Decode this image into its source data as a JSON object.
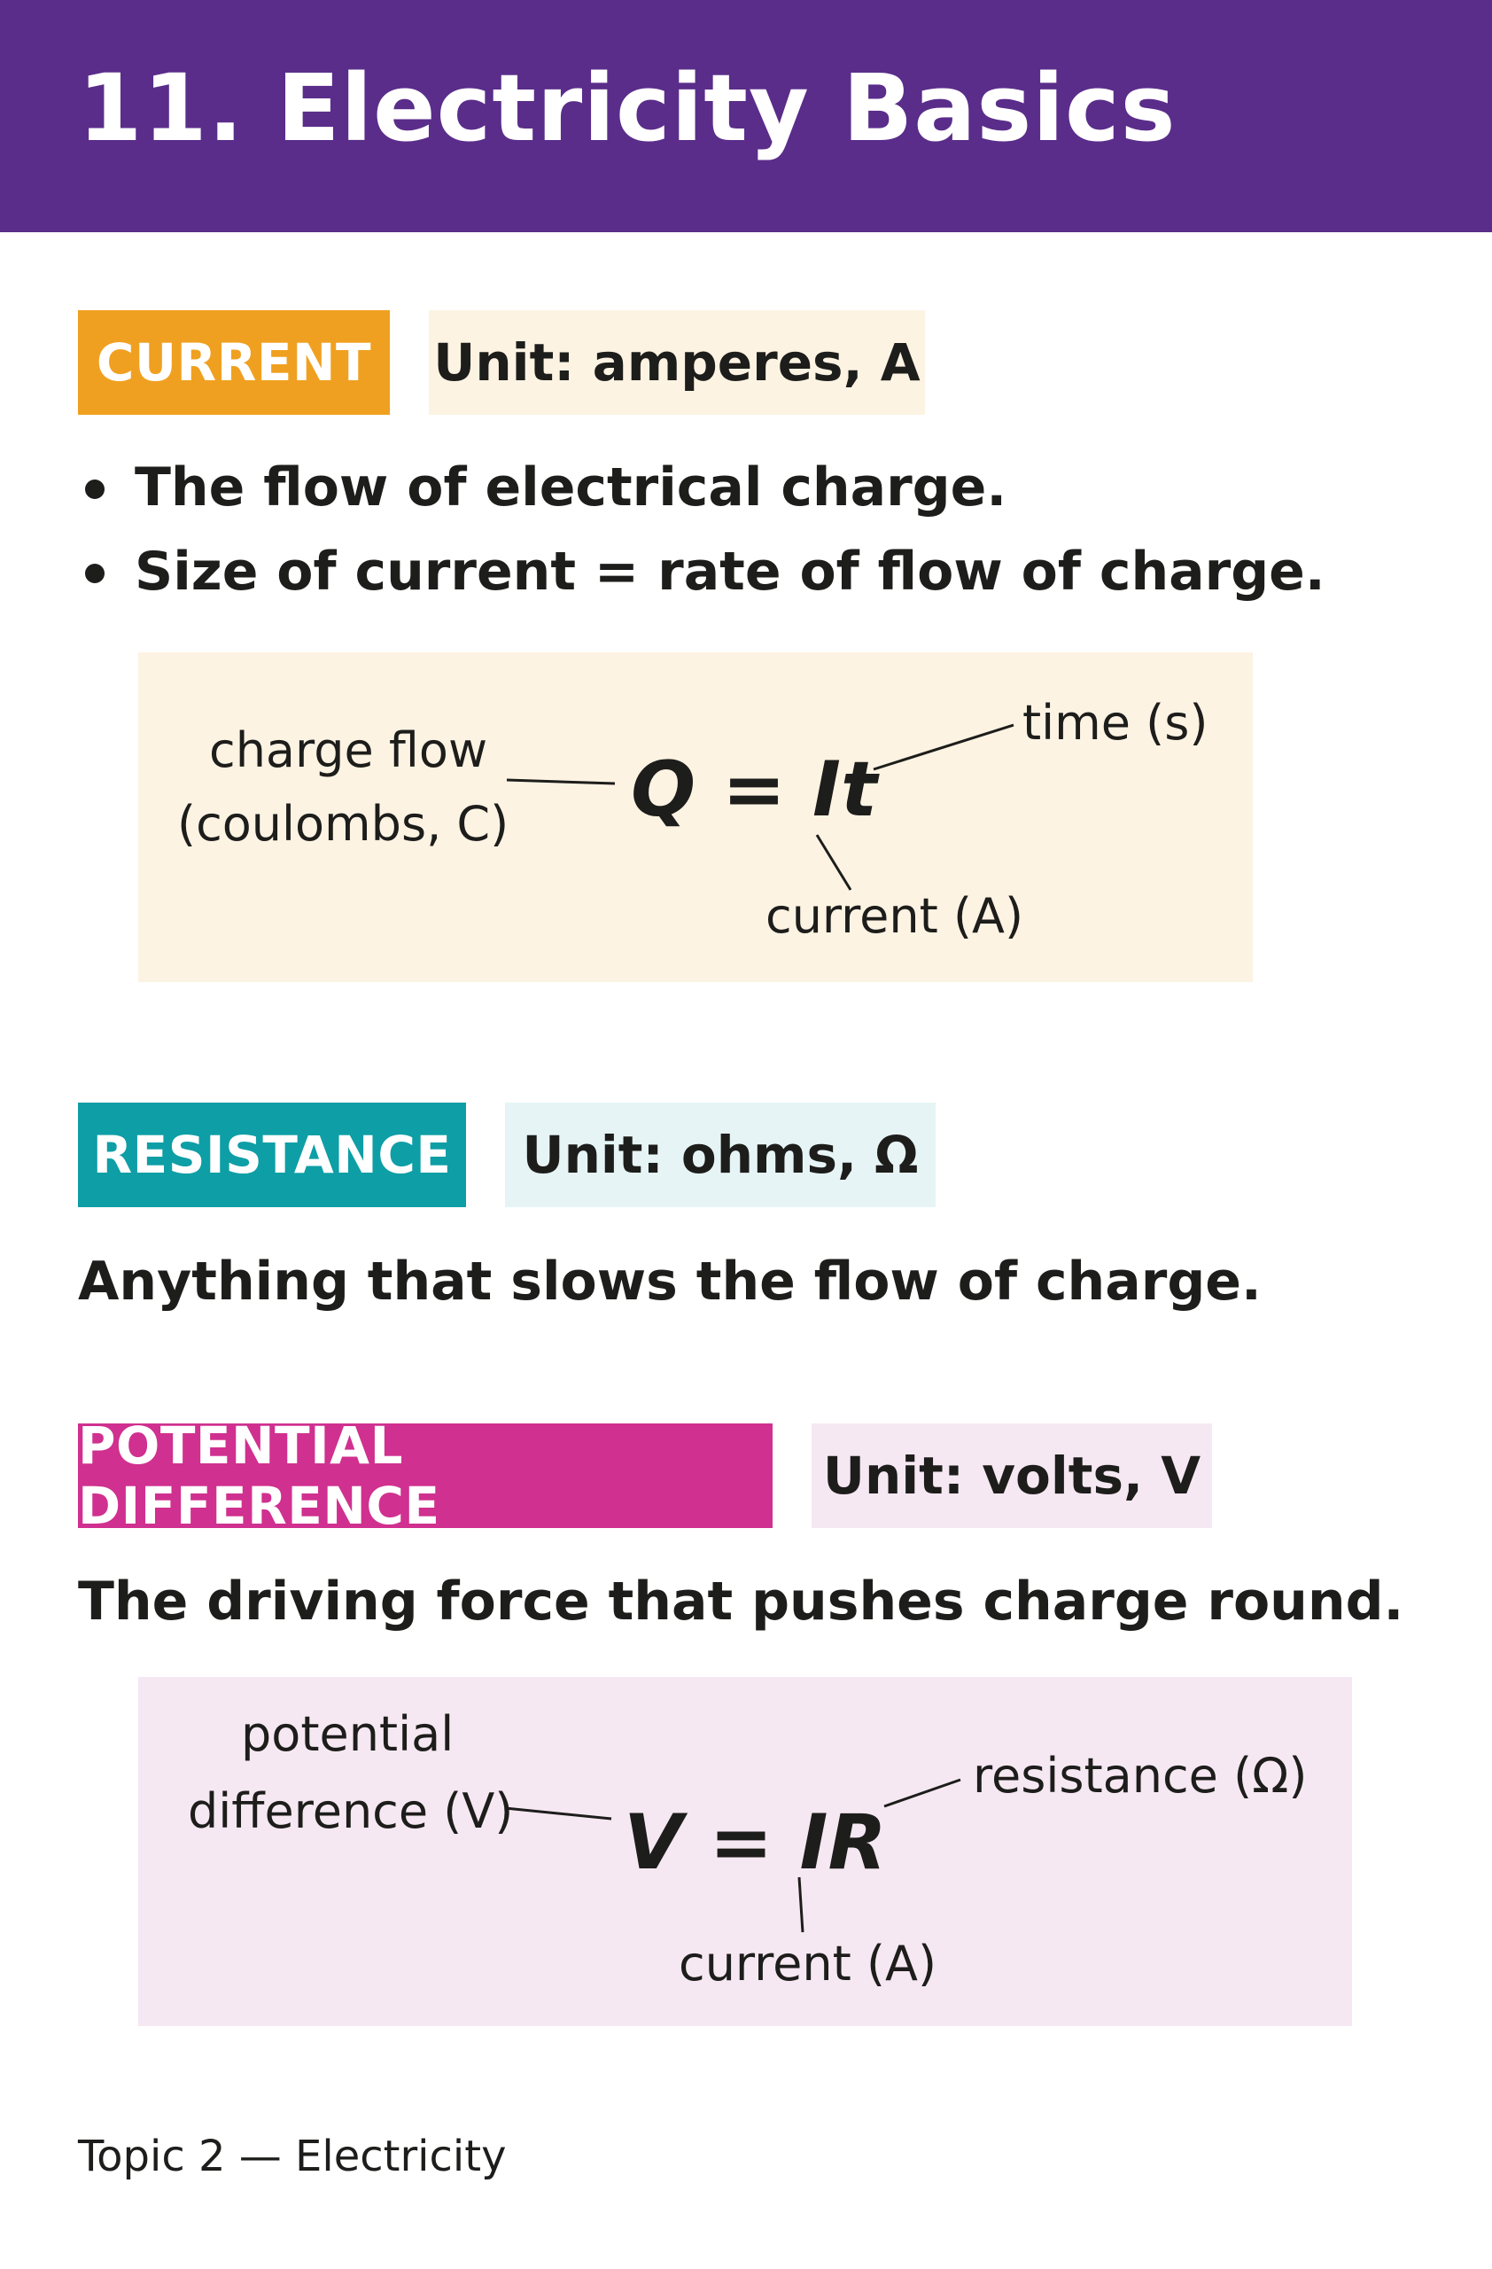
{
  "header": {
    "title": "11. Electricity Basics"
  },
  "colors": {
    "header_bg": "#5a2d8a",
    "current_tag": "#f0a020",
    "current_unit_bg": "#fdf3e3",
    "resistance_tag": "#0e9ea6",
    "resistance_unit_bg": "#e6f4f5",
    "pd_tag": "#d0308f",
    "pd_unit_bg": "#f6e8f2"
  },
  "current": {
    "tag": "CURRENT",
    "unit": "Unit: amperes, A",
    "bullets": [
      "The flow of electrical charge.",
      "Size of current = rate of flow of charge."
    ],
    "equation": {
      "formula": "Q = It",
      "label_charge_line1": "charge flow",
      "label_charge_line2": "(coulombs, C)",
      "label_time": "time (s)",
      "label_current": "current (A)"
    }
  },
  "resistance": {
    "tag": "RESISTANCE",
    "unit": "Unit: ohms, Ω",
    "description": "Anything that slows the flow of charge."
  },
  "potential_difference": {
    "tag": "POTENTIAL DIFFERENCE",
    "unit": "Unit: volts, V",
    "description": "The driving force that pushes charge round.",
    "equation": {
      "formula": "V = IR",
      "label_pd_line1": "potential",
      "label_pd_line2": "difference (V)",
      "label_resistance": "resistance (Ω)",
      "label_current": "current (A)"
    }
  },
  "footer": {
    "text": "Topic 2 — Electricity"
  }
}
